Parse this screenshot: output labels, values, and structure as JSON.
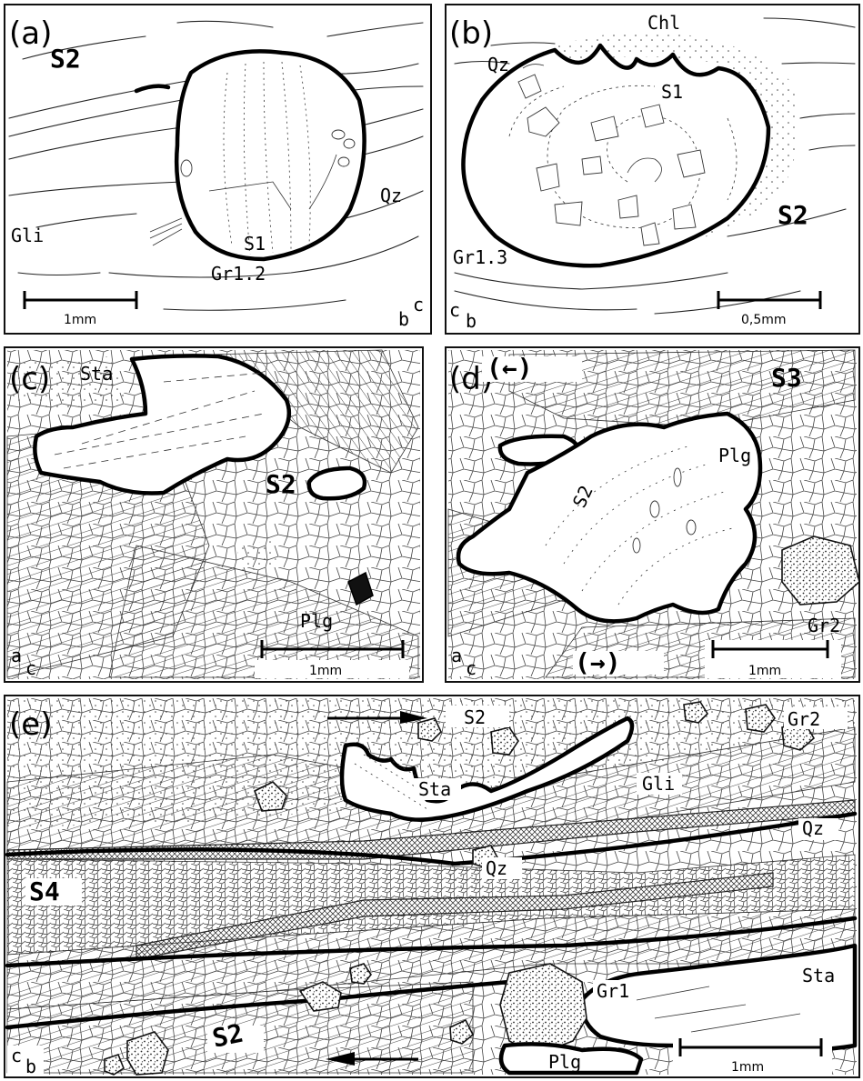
{
  "panels": {
    "a": {
      "letter": "(a)",
      "labels": {
        "s2": "S2",
        "s1": "S1",
        "qz": "Qz",
        "gli": "Gli",
        "grain": "Gr1.2"
      },
      "axes": {
        "left": "b",
        "right": "c"
      },
      "scale": "1mm"
    },
    "b": {
      "letter": "(b)",
      "labels": {
        "chl": "Chl",
        "qz": "Qz",
        "s1": "S1",
        "s2": "S2",
        "grain": "Gr1.3"
      },
      "axes": {
        "left": "c",
        "right": "b"
      },
      "scale": "0,5mm"
    },
    "c": {
      "letter": "(c)",
      "labels": {
        "sta": "Sta",
        "s2": "S2",
        "plg": "Plg"
      },
      "axes": {
        "left": "a",
        "right": "c"
      },
      "scale": "1mm"
    },
    "d": {
      "letter": "(d)",
      "labels": {
        "s3": "S3",
        "s2": "S2",
        "plg": "Plg",
        "gr2": "Gr2"
      },
      "shear_top": "(←)",
      "shear_bottom": "(→)",
      "axes": {
        "left": "a",
        "right": "c"
      },
      "scale": "1mm"
    },
    "e": {
      "letter": "(e)",
      "labels": {
        "s2_top": "S2",
        "gr2": "Gr2",
        "sta_top": "Sta",
        "gli": "Gli",
        "qz_right": "Qz",
        "qz_mid": "Qz",
        "s4": "S4",
        "gr1": "Gr1",
        "sta_right": "Sta",
        "s2_bottom": "S2",
        "plg": "Plg"
      },
      "axes": {
        "left": "c",
        "right": "b"
      },
      "scale": "1mm"
    }
  },
  "colors": {
    "ink": "#000000",
    "paper": "#ffffff"
  }
}
